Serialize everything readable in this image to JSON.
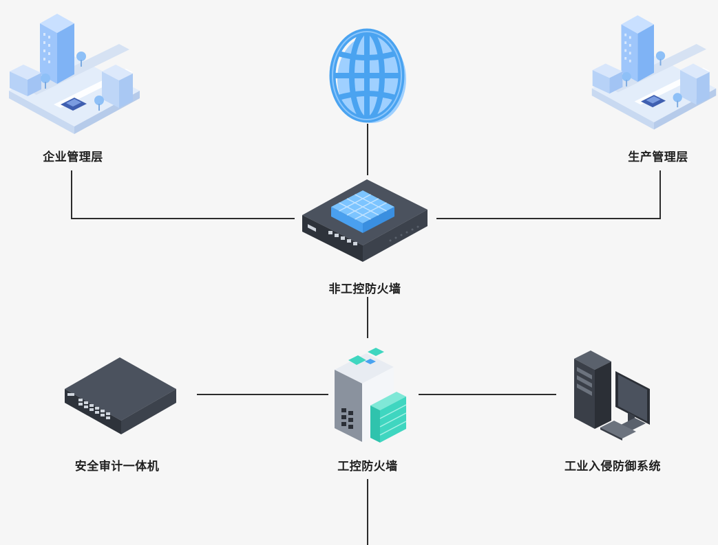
{
  "diagram": {
    "nodes": {
      "enterprise": {
        "label": "企业管理层",
        "icon": "city-buildings-icon"
      },
      "production": {
        "label": "生产管理层",
        "icon": "city-buildings-icon"
      },
      "internet": {
        "label": "",
        "icon": "globe-icon"
      },
      "non_ics_firewall": {
        "label": "非工控防火墙",
        "icon": "network-switch-icon"
      },
      "ics_firewall": {
        "label": "工控防火墙",
        "icon": "industrial-firewall-icon"
      },
      "audit": {
        "label": "安全审计一体机",
        "icon": "rack-appliance-icon"
      },
      "ids": {
        "label": "工业入侵防御系统",
        "icon": "desktop-computer-icon"
      }
    },
    "connections": [
      [
        "internet",
        "non_ics_firewall"
      ],
      [
        "enterprise",
        "non_ics_firewall"
      ],
      [
        "production",
        "non_ics_firewall"
      ],
      [
        "non_ics_firewall",
        "ics_firewall"
      ],
      [
        "audit",
        "ics_firewall"
      ],
      [
        "ids",
        "ics_firewall"
      ],
      [
        "ics_firewall",
        "downstream"
      ]
    ],
    "colors": {
      "line": "#2b2b2b",
      "globe_blue": "#4aa3f0",
      "device_dark": "#3f4550",
      "cube_blue": "#7cc4ff",
      "teal": "#3fd6c0"
    }
  }
}
